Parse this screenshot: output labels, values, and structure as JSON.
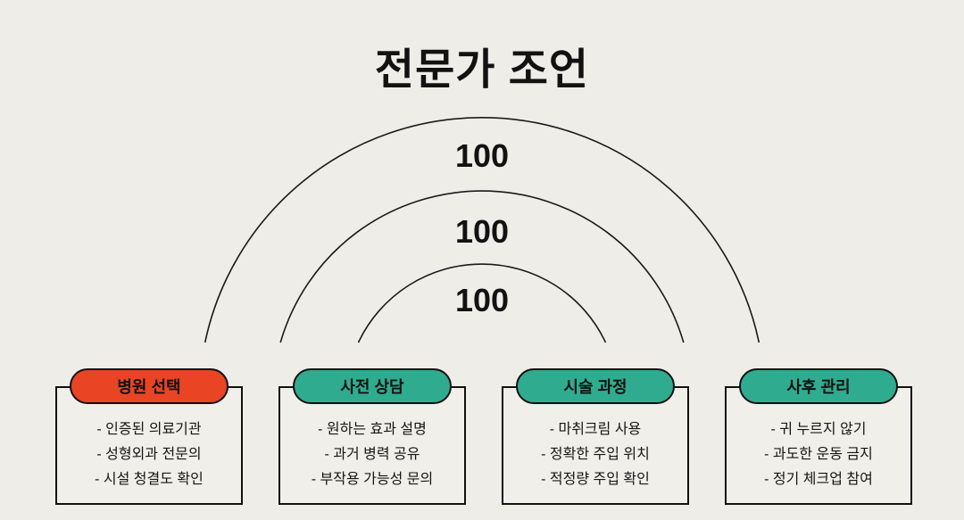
{
  "title": "전문가 조언",
  "colors": {
    "background": "#EFEDE8",
    "card_fill": "#F1EFEA",
    "outline": "#111111",
    "accent_red": "#E94424",
    "accent_teal": "#2FAC8F"
  },
  "chart_data": {
    "type": "other",
    "subtype": "concentric-semicircle-arcs",
    "title": "전문가 조언",
    "arcs": [
      {
        "ring": "outer",
        "value": 100,
        "label": "100"
      },
      {
        "ring": "middle",
        "value": 100,
        "label": "100"
      },
      {
        "ring": "inner",
        "value": 100,
        "label": "100"
      }
    ]
  },
  "cards": [
    {
      "title": "병원 선택",
      "color": "#E94424",
      "items": [
        "- 인증된 의료기관",
        "- 성형외과 전문의",
        "- 시설 청결도 확인"
      ]
    },
    {
      "title": "사전 상담",
      "color": "#2FAC8F",
      "items": [
        "- 원하는 효과 설명",
        "- 과거 병력 공유",
        "- 부작용 가능성 문의"
      ]
    },
    {
      "title": "시술 과정",
      "color": "#2FAC8F",
      "items": [
        "- 마취크림 사용",
        "- 정확한 주입 위치",
        "- 적정량 주입 확인"
      ]
    },
    {
      "title": "사후 관리",
      "color": "#2FAC8F",
      "items": [
        "- 귀 누르지 않기",
        "- 과도한 운동 금지",
        "- 정기 체크업 참여"
      ]
    }
  ]
}
